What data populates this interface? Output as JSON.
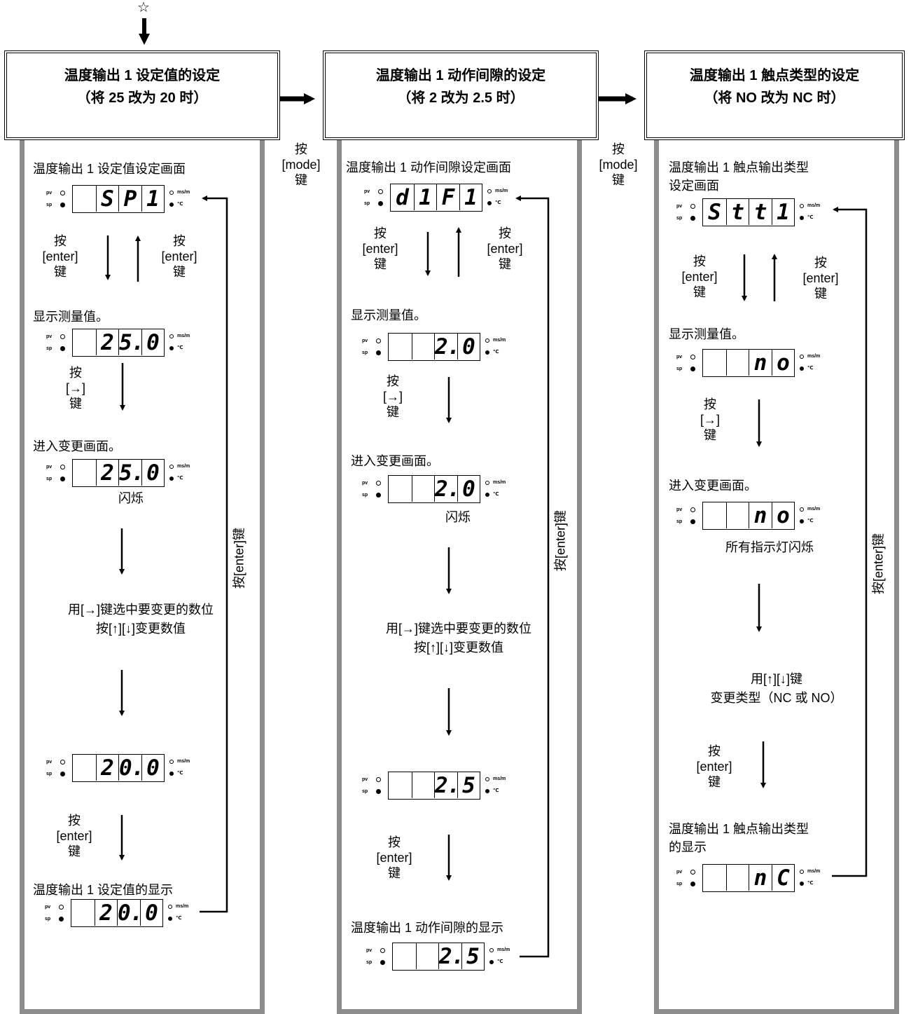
{
  "start_marker": "☆",
  "columns": [
    {
      "title": "温度输出 1  设定值的设定",
      "subtitle": "（将 25  改为 20  时）",
      "steps": {
        "s1": "温度输出 1  设定值设定画面",
        "press_enter": "按\n[enter]\n键",
        "s2": "显示测量值。",
        "press_right": "按\n[→]\n键",
        "s3": "进入变更画面。",
        "blink": "闪烁",
        "s4a": "用[→]键选中要变更的数位",
        "s4b": "按[↑][↓]变更数值",
        "s5": "温度输出 1  设定值的显示",
        "side": "按[enter]键"
      },
      "displays": [
        {
          "digits": [
            "",
            "S",
            "P",
            "1"
          ]
        },
        {
          "digits": [
            "",
            "2",
            "5.",
            "0"
          ]
        },
        {
          "digits": [
            "",
            "2",
            "5.",
            "0"
          ]
        },
        {
          "digits": [
            "",
            "2",
            "0.",
            "0"
          ]
        },
        {
          "digits": [
            "",
            "2",
            "0.",
            "0"
          ]
        }
      ]
    },
    {
      "title": "温度输出 1  动作间隙的设定",
      "subtitle": "（将 2  改为 2.5 时）",
      "steps": {
        "s1": "温度输出 1 动作间隙设定画面",
        "press_enter": "按\n[enter]\n键",
        "s2": "显示测量值。",
        "press_right": "按\n[→]\n键",
        "s3": "进入变更画面。",
        "blink": "闪烁",
        "s4a": "用[→]键选中要变更的数位",
        "s4b": "按[↑][↓]变更数值",
        "s5": "温度输出 1  动作间隙的显示",
        "side": "按[enter]键"
      },
      "displays": [
        {
          "digits": [
            "d",
            "1",
            "F",
            "1"
          ]
        },
        {
          "digits": [
            "",
            "",
            "2.",
            "0"
          ]
        },
        {
          "digits": [
            "",
            "",
            "2.",
            "0"
          ]
        },
        {
          "digits": [
            "",
            "",
            "2.",
            "5"
          ]
        },
        {
          "digits": [
            "",
            "",
            "2.",
            "5"
          ]
        }
      ]
    },
    {
      "title": "温度输出 1  触点类型的设定",
      "subtitle": "（将 NO  改为 NC  时）",
      "steps": {
        "s1a": "温度输出 1  触点输出类型",
        "s1b": "设定画面",
        "press_enter": "按\n[enter]\n键",
        "s2": "显示测量值。",
        "press_right": "按\n[→]\n键",
        "s3": "进入变更画面。",
        "blink": "所有指示灯闪烁",
        "s4a": "用[↑][↓]键",
        "s4b": "变更类型（NC  或 NO）",
        "s5a": "温度输出 1  触点输出类型",
        "s5b": "的显示",
        "side": "按[enter]键"
      },
      "displays": [
        {
          "digits": [
            "S",
            "t",
            "t",
            "1"
          ]
        },
        {
          "digits": [
            "",
            "",
            "n",
            "o"
          ]
        },
        {
          "digits": [
            "",
            "",
            "n",
            "o"
          ]
        },
        {
          "digits": [
            "",
            "",
            "n",
            "C"
          ]
        }
      ]
    }
  ],
  "mode_label": "按\n[mode]\n键",
  "indicators": {
    "pv": "pv",
    "sp": "sp",
    "unit1": "ms/m",
    "unit2": "℃"
  }
}
